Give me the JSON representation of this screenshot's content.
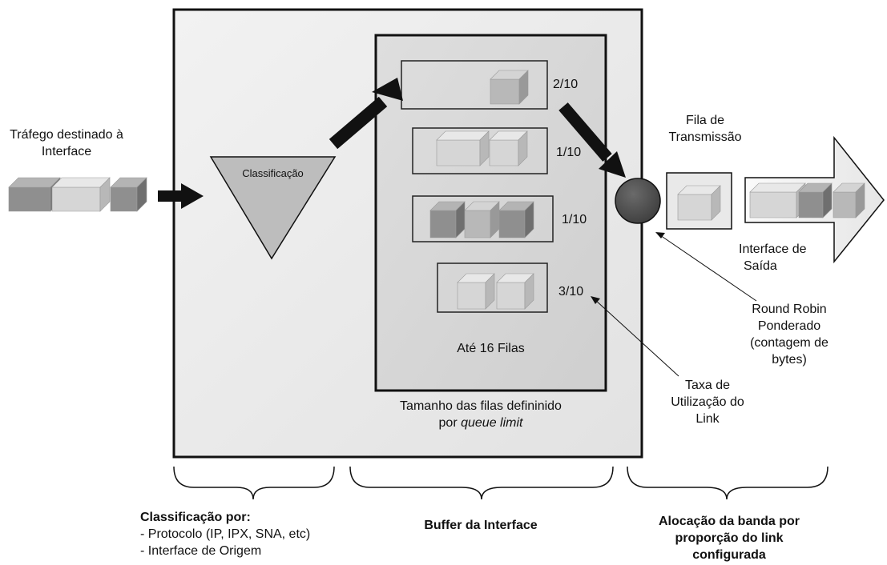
{
  "input": {
    "label_lines": [
      "Tráfego destinado à",
      "Interface"
    ]
  },
  "classifier": {
    "label": "Classificação"
  },
  "queues": [
    {
      "ratio": "2/10"
    },
    {
      "ratio": "1/10"
    },
    {
      "ratio": "1/10"
    },
    {
      "ratio": "3/10"
    }
  ],
  "buffer": {
    "max_queues_label": "Até 16 Filas",
    "queue_size_line1": "Tamanho das filas defininido",
    "queue_size_line2_prefix": "por ",
    "queue_size_line2_italic": "queue limit"
  },
  "transmission": {
    "label_lines": [
      "Fila de",
      "Transmissão"
    ]
  },
  "output": {
    "label_lines": [
      "Interface de",
      "Saída"
    ]
  },
  "annotations": {
    "wrr_lines": [
      "Round Robin",
      "Ponderado",
      "(contagem de",
      "bytes)"
    ],
    "link_rate_lines": [
      "Taxa de",
      "Utilização do",
      "Link"
    ]
  },
  "brackets": {
    "classification": {
      "title": "Classificação por:",
      "items": [
        "- Protocolo (IP, IPX, SNA, etc)",
        "- Interface de Origem"
      ]
    },
    "buffer": {
      "title": "Buffer da Interface"
    },
    "allocation": {
      "title_lines": [
        "Alocação da banda por",
        "proporção do link",
        "configurada"
      ]
    }
  }
}
